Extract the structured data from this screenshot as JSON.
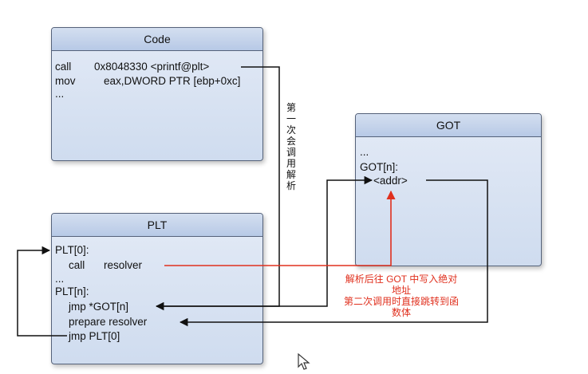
{
  "code_box": {
    "title": "Code",
    "lines": [
      "call",
      "0x8048330 <printf@plt>",
      "mov",
      "eax,DWORD PTR [ebp+0xc]",
      "..."
    ]
  },
  "got_box": {
    "title": "GOT",
    "lines": [
      "...",
      "GOT[n]:",
      "<addr>"
    ]
  },
  "plt_box": {
    "title": "PLT",
    "lines": [
      "PLT[0]:",
      "call",
      "resolver",
      "...",
      "PLT[n]:",
      "jmp *GOT[n]",
      "prepare resolver",
      "jmp PLT[0]"
    ]
  },
  "annotations": {
    "vertical": [
      "第",
      "一",
      "次",
      "会",
      "调",
      "用",
      "解",
      "析"
    ],
    "red_note": [
      "解析后往 GOT 中写入绝对",
      "地址",
      "第二次调用时直接跳转到函",
      "数体"
    ]
  },
  "colors": {
    "arrow": "#111111",
    "highlight": "#e0301e",
    "box_border": "#55627a"
  }
}
